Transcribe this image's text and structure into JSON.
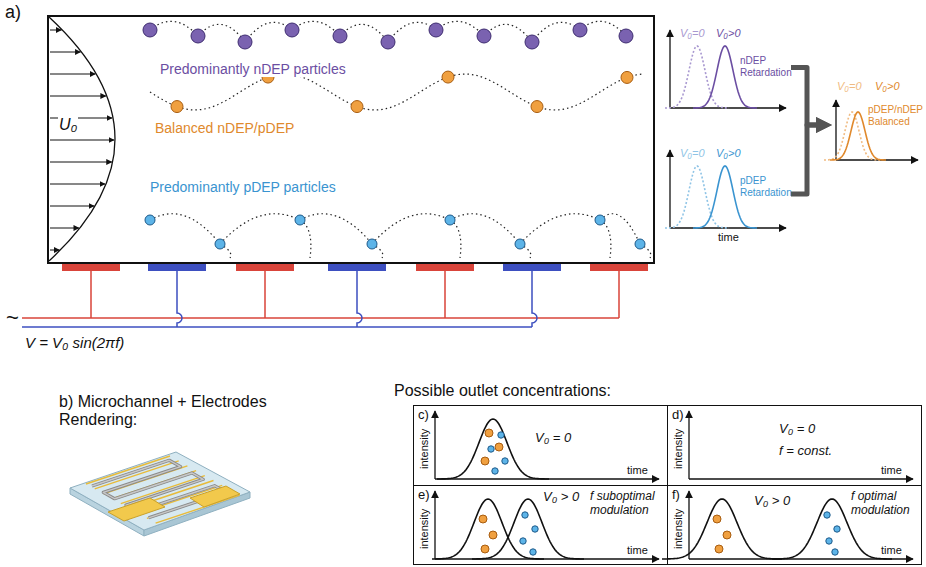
{
  "diagram": {
    "nodes": [
      {
        "text": [
          "Predominantly nDEP particles",
          "Balanced nDEP/pDEP",
          "Predominantly pDEP particles"
        ]
      },
      {
        "text": [
          "V₀=0",
          "V₀>0",
          "nDEP Retardation"
        ]
      },
      {
        "text": [
          "V₀=0",
          "V₀>0",
          "pDEP Retardation",
          "time"
        ]
      },
      {
        "text": [
          "V₀=0",
          "V₀>0",
          "pDEP/nDEP Balanced"
        ]
      },
      {
        "text": [
          "Possible outlet concentrations:"
        ]
      },
      {
        "text": [
          "c)",
          "V₀ = 0",
          "intensity",
          "time"
        ],
        "in": 4
      },
      {
        "text": [
          "d)",
          "V₀ = 0",
          "f = const.",
          "intensity",
          "time"
        ],
        "in": 4
      },
      {
        "text": [
          "e)",
          "V₀ > 0",
          "f suboptimal modulation",
          "intensity",
          "time"
        ],
        "in": 4
      },
      {
        "text": [
          "f)",
          "V₀ > 0",
          "f optimal modulation",
          "intensity",
          "time"
        ],
        "in": 4
      }
    ],
    "edges": [
      {
        "from": 1,
        "to": 3,
        "arrow": "to"
      },
      {
        "from": 2,
        "to": 3,
        "arrow": "to"
      }
    ],
    "labels": [
      "a)",
      "U₀",
      "~",
      "V = V₀ sin(2πf)",
      "b) Microchannel + Electrodes Rendering:"
    ]
  }
}
